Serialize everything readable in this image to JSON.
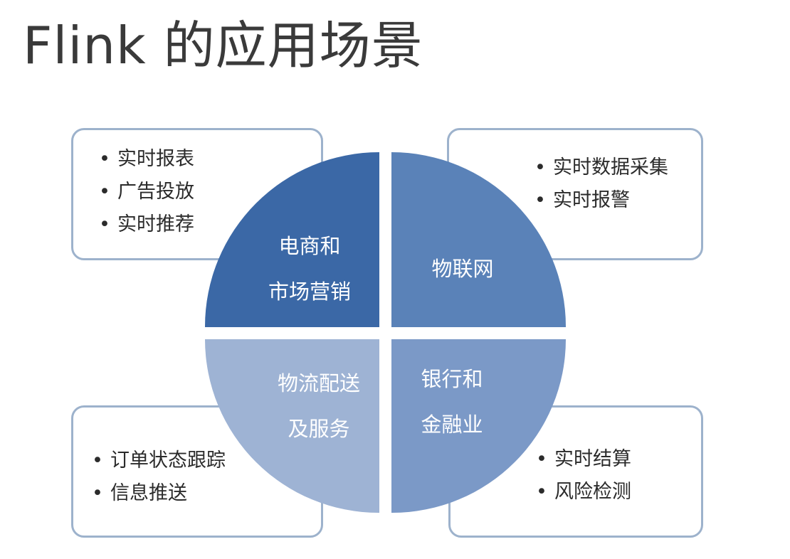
{
  "title": "Flink 的应用场景",
  "quadrants": {
    "top_left": {
      "lines": [
        "电商和",
        "市场营销"
      ]
    },
    "top_right": {
      "lines": [
        "物联网"
      ]
    },
    "bottom_left": {
      "lines": [
        "物流配送",
        "及服务"
      ]
    },
    "bottom_right": {
      "lines": [
        "银行和",
        "金融业"
      ]
    }
  },
  "cards": {
    "top_left": {
      "items": [
        "实时报表",
        "广告投放",
        "实时推荐"
      ]
    },
    "top_right": {
      "items": [
        "实时数据采集",
        "实时报警"
      ]
    },
    "bottom_left": {
      "items": [
        "订单状态跟踪",
        "信息推送"
      ]
    },
    "bottom_right": {
      "items": [
        "实时结算",
        "风险检测"
      ]
    }
  },
  "colors": {
    "top_left": "#3b68a6",
    "top_right": "#5a82b8",
    "bottom_left": "#9eb3d4",
    "bottom_right": "#7b99c7",
    "card_border": "#9db2cc"
  }
}
